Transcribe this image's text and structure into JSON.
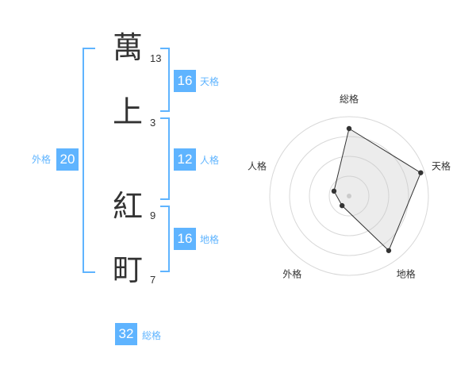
{
  "colors": {
    "accent": "#5fb4ff",
    "badge": "#5fb4ff",
    "text": "#333333"
  },
  "name": {
    "chars": [
      {
        "char": "萬",
        "strokes": "13"
      },
      {
        "char": "上",
        "strokes": "3"
      },
      {
        "char": "紅",
        "strokes": "9"
      },
      {
        "char": "町",
        "strokes": "7"
      }
    ]
  },
  "kaku": {
    "tenkaku": {
      "value": "16",
      "label": "天格"
    },
    "jinkaku": {
      "value": "12",
      "label": "人格"
    },
    "chikaku": {
      "value": "16",
      "label": "地格"
    },
    "gaikaku": {
      "value": "20",
      "label": "外格"
    },
    "soukaku": {
      "value": "32",
      "label": "総格"
    }
  },
  "radar": {
    "axes": [
      "総格",
      "天格",
      "地格",
      "外格",
      "人格"
    ],
    "values": [
      0.85,
      0.95,
      0.85,
      0.15,
      0.2
    ],
    "rings": 4
  }
}
